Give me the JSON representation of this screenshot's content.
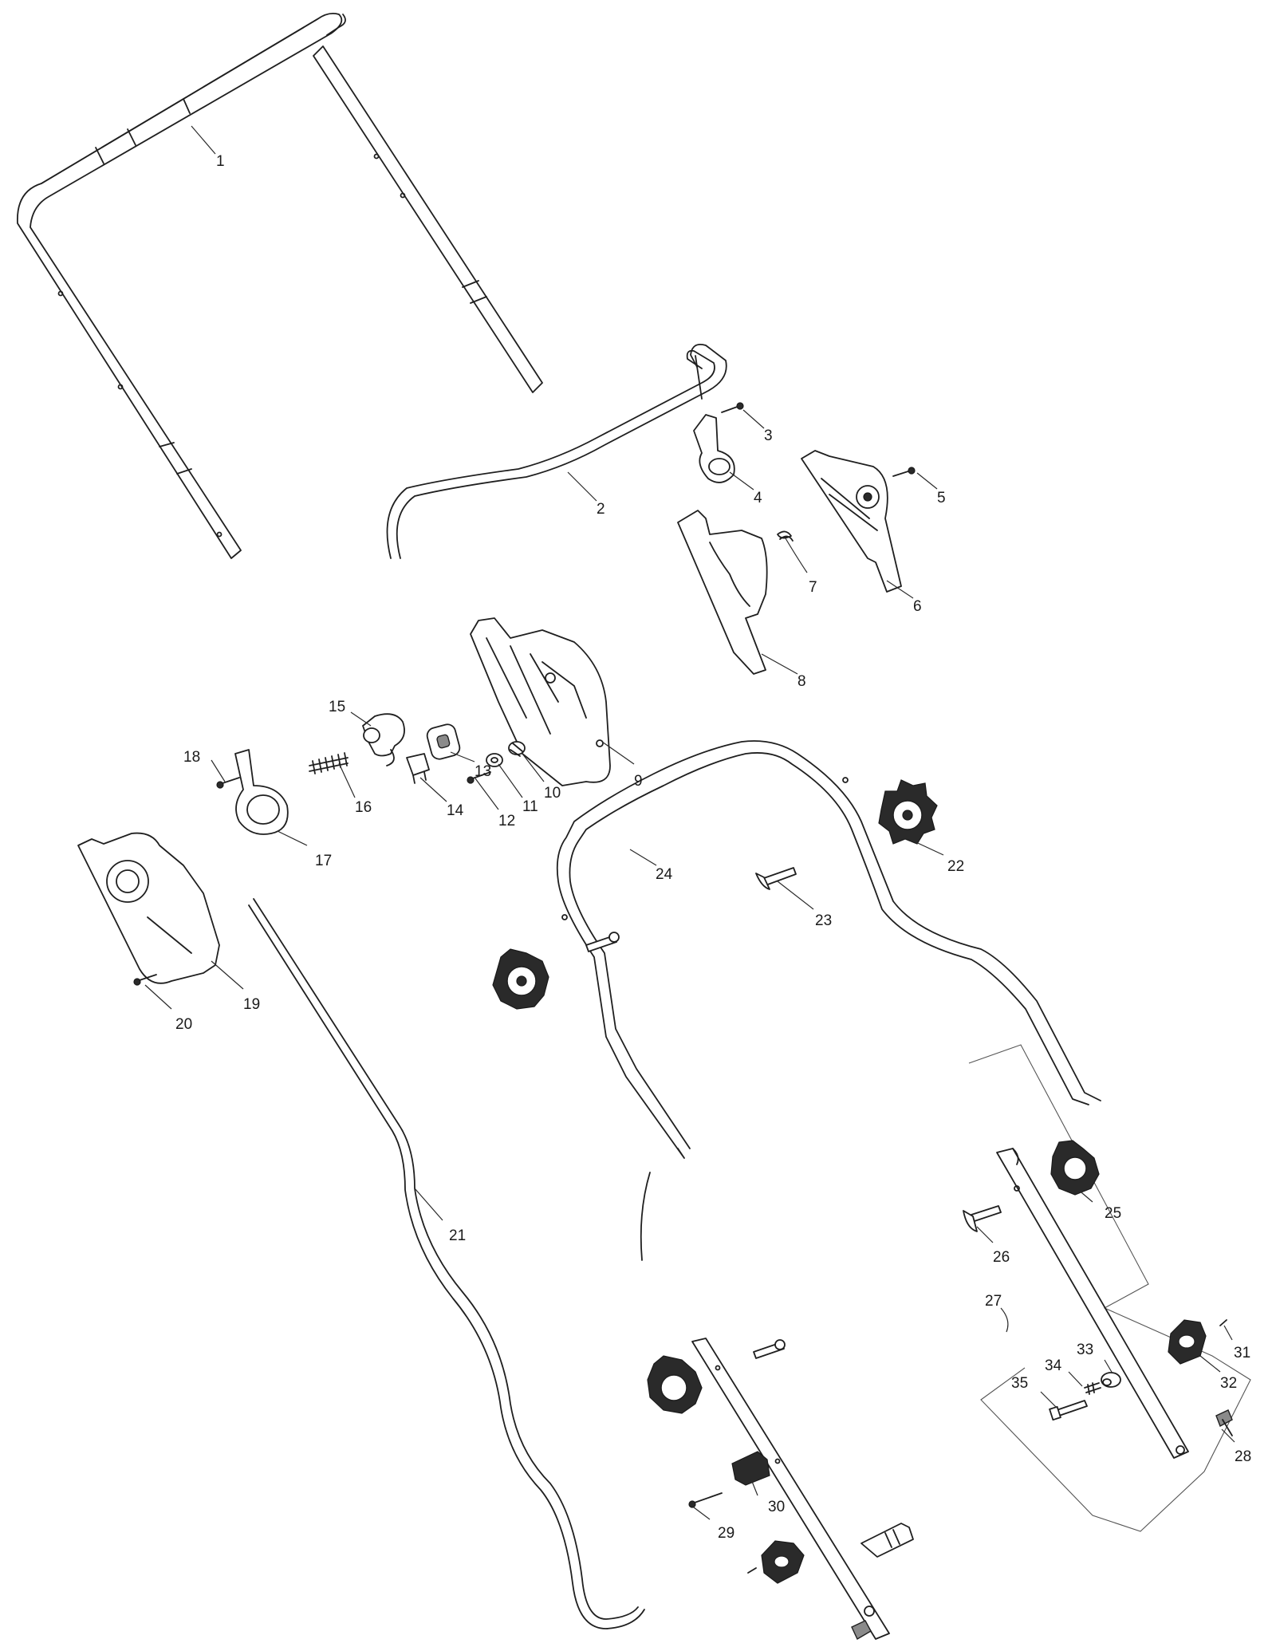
{
  "labels": {
    "p1": "1",
    "p2": "2",
    "p3": "3",
    "p4": "4",
    "p5": "5",
    "p6": "6",
    "p7": "7",
    "p8": "8",
    "p9": "9",
    "p10": "10",
    "p11": "11",
    "p12": "12",
    "p13": "13",
    "p14": "14",
    "p15": "15",
    "p16": "16",
    "p17": "17",
    "p18": "18",
    "p19": "19",
    "p20": "20",
    "p21": "21",
    "p22": "22",
    "p23": "23",
    "p24": "24",
    "p25": "25",
    "p26": "26",
    "p27": "27",
    "p28": "28",
    "p29": "29",
    "p30": "30",
    "p31": "31",
    "p32": "32",
    "p33": "33",
    "p34": "34",
    "p35": "35"
  }
}
